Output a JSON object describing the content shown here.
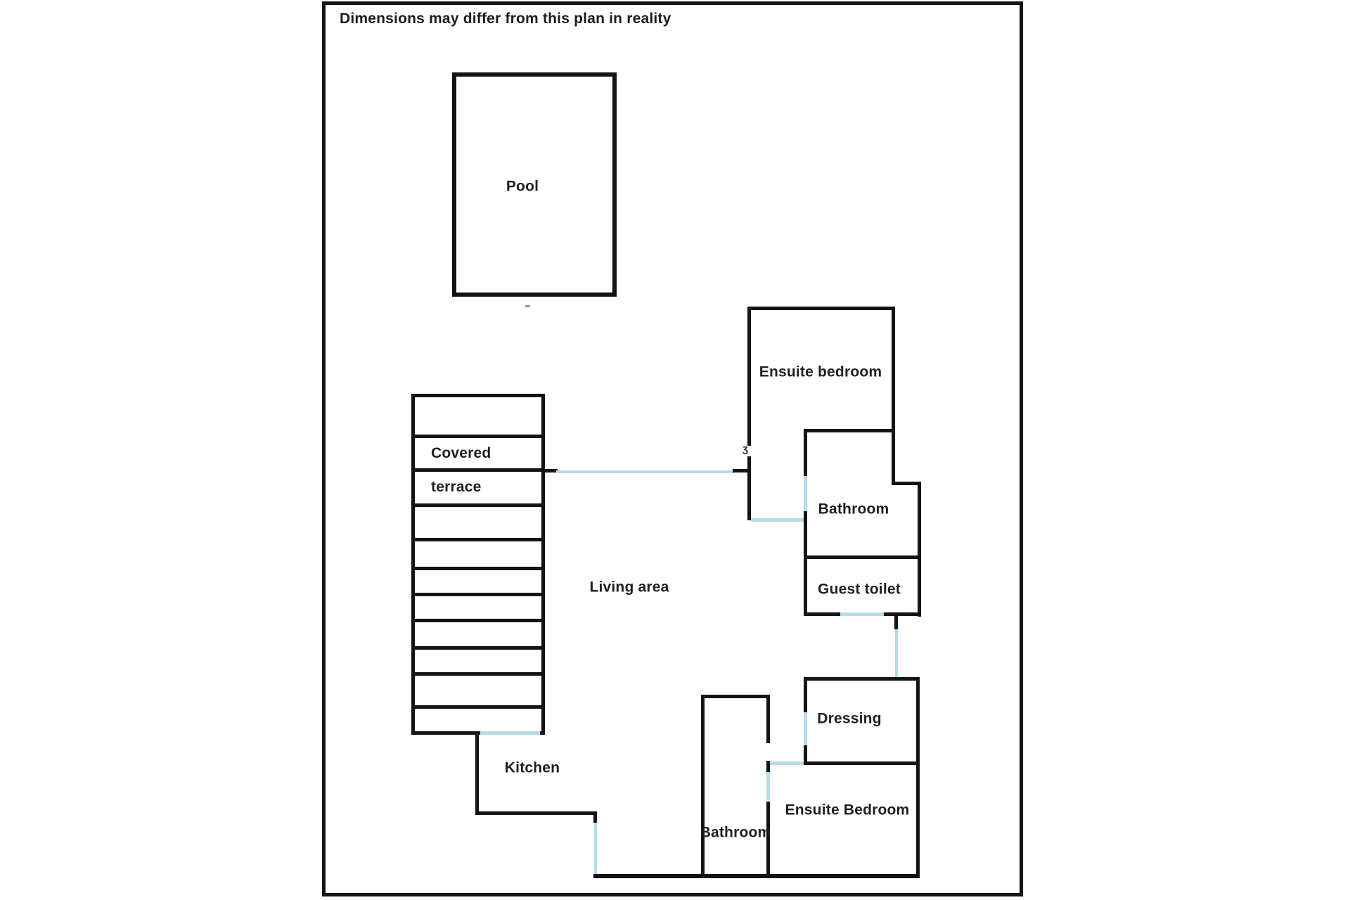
{
  "title": "Dimensions may differ from this plan in reality",
  "colors": {
    "wall": "#141414",
    "door": "#b7dbe8",
    "text": "#1f1f1f",
    "canvas": "#ffffff"
  },
  "rooms": {
    "pool": "Pool",
    "covered_terrace_line1": "Covered",
    "covered_terrace_line2": "terrace",
    "living_area": "Living area",
    "kitchen": "Kitchen",
    "ensuite_bedroom_top": "Ensuite bedroom",
    "bathroom_upper": "Bathroom",
    "guest_toilet": "Guest toilet",
    "dressing": "Dressing",
    "bathroom_lower": "Bathroom",
    "ensuite_bedroom_bottom": "Ensuite Bedroom"
  },
  "artifacts": {
    "wall_break_mark": "ʒ"
  }
}
